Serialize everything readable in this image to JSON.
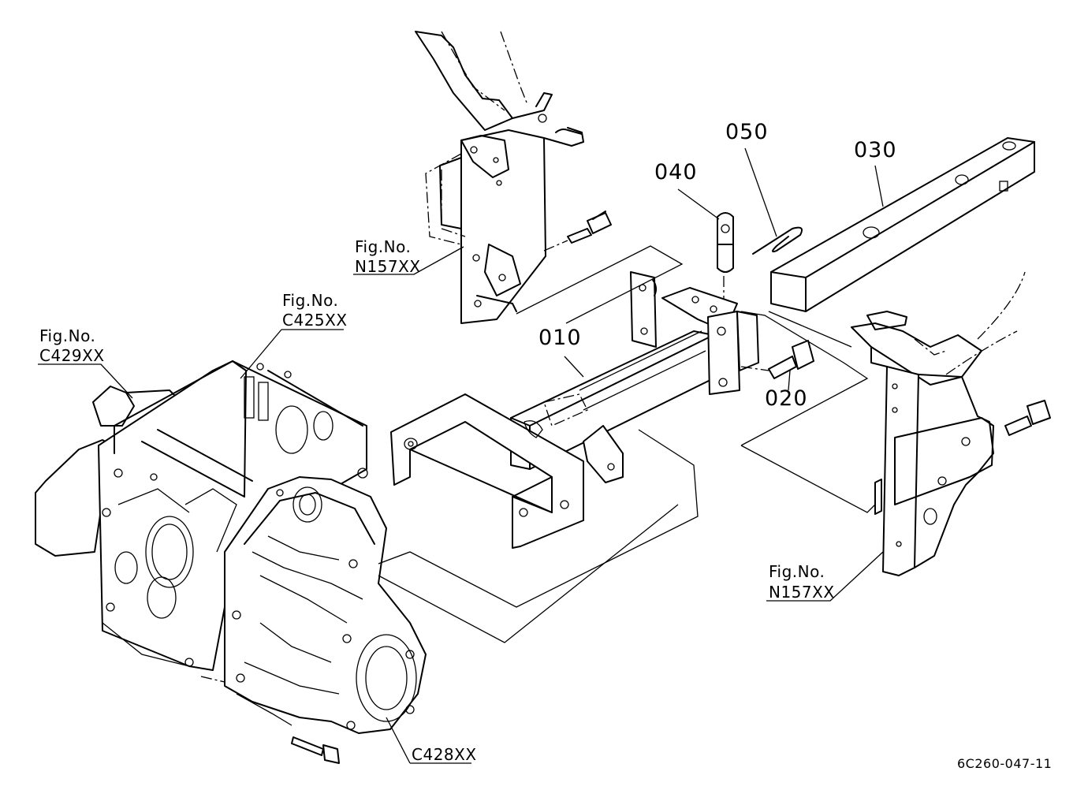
{
  "labels": {
    "fig_top": "Fig.No.",
    "ref_top": "N157XX",
    "fig_c425": "Fig.No.",
    "ref_c425": "C425XX",
    "fig_c429": "Fig.No.",
    "ref_c429": "C429XX",
    "fig_right": "Fig.No.",
    "ref_right": "N157XX",
    "ref_c428": "C428XX"
  },
  "parts": {
    "p010": "010",
    "p020": "020",
    "p030": "030",
    "p040": "040",
    "p050": "050"
  },
  "drawing_code": "6C260-047-11"
}
